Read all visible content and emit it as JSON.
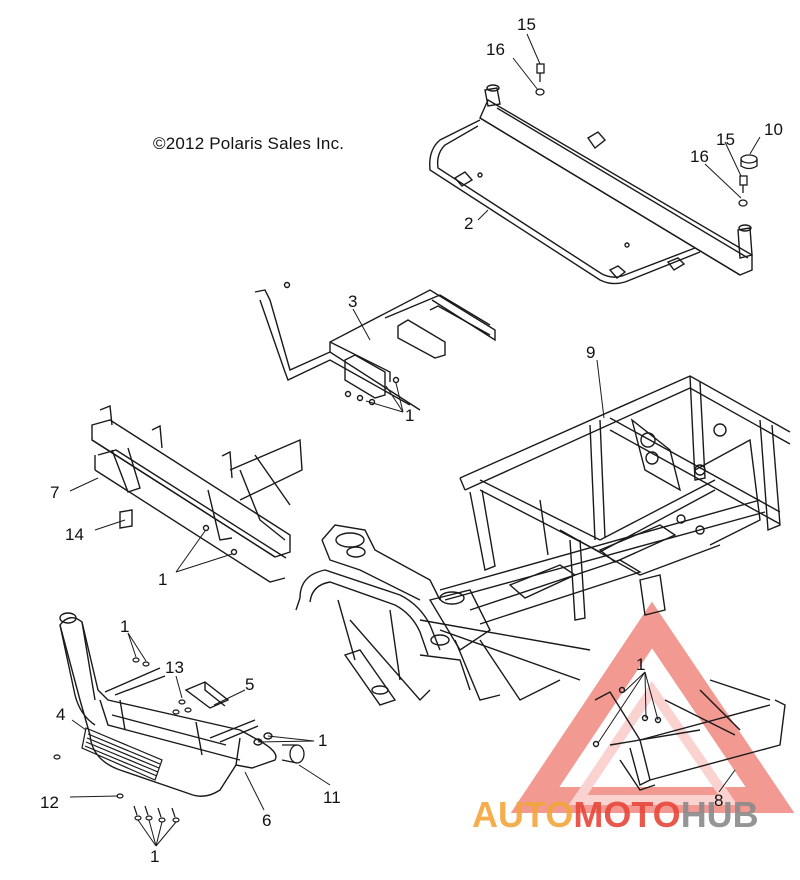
{
  "copyright": "©2012 Polaris Sales Inc.",
  "callouts": {
    "c15a": "15",
    "c16a": "16",
    "c15b": "15",
    "c10": "10",
    "c16b": "16",
    "c2": "2",
    "c3": "3",
    "c1a": "1",
    "c9": "9",
    "c7": "7",
    "c14": "14",
    "c1b": "1",
    "c1c": "1",
    "c13": "13",
    "c5": "5",
    "c4": "4",
    "c1d": "1",
    "c1e": "1",
    "c11": "11",
    "c12": "12",
    "c6": "6",
    "c1f": "1",
    "c8": "8"
  },
  "watermark": {
    "part1": "AUTO",
    "part2": "MOTO",
    "part3": "HUB"
  },
  "colors": {
    "line": "#1a1a1a",
    "watermark_red": "#e8463a",
    "watermark_orange": "#f4a63a",
    "watermark_gray": "#8a8a8a"
  }
}
